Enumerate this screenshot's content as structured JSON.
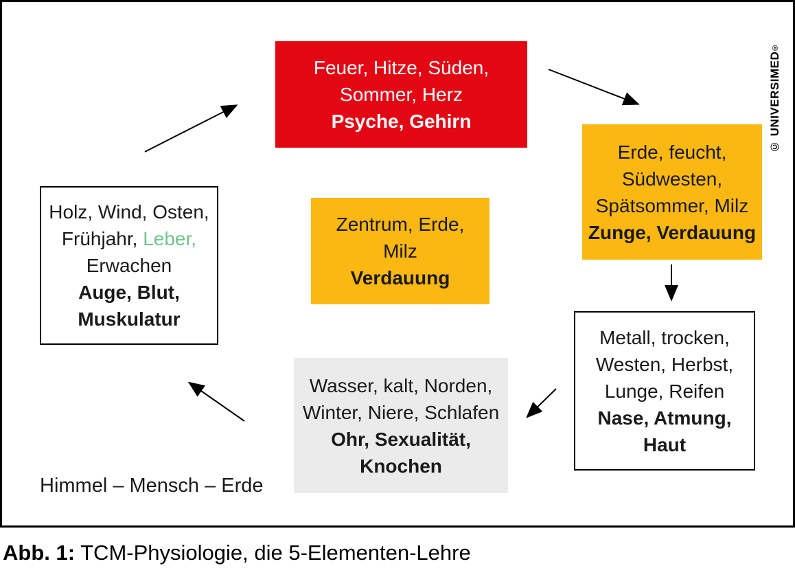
{
  "colors": {
    "red": "#E30613",
    "orange": "#FBB813",
    "gray": "#EBEBEB",
    "green": "#74C28F",
    "ink": "#1A1A1A"
  },
  "watermark": {
    "copyright": "© UNIVERSIMED",
    "registered": "®"
  },
  "boxes": {
    "fire": {
      "lines": [
        "Feuer, Hitze, Süden,",
        "Sommer, Herz"
      ],
      "bold": [
        "Psyche, Gehirn"
      ]
    },
    "earth": {
      "lines": [
        "Erde, feucht,",
        "Südwesten,",
        "Spätsommer, Milz"
      ],
      "bold": [
        "Zunge, Verdauung"
      ]
    },
    "wood": {
      "line1": "Holz, Wind, Osten,",
      "line2_black": "Frühjahr,",
      "line2_green": "Leber,",
      "line3": "Erwachen",
      "bold": [
        "Auge, Blut,",
        "Muskulatur"
      ]
    },
    "center": {
      "lines": [
        "Zentrum, Erde,",
        "Milz"
      ],
      "bold": [
        "Verdauung"
      ]
    },
    "metal": {
      "lines": [
        "Metall, trocken,",
        "Westen, Herbst,",
        "Lunge, Reifen"
      ],
      "bold": [
        "Nase, Atmung,",
        "Haut"
      ]
    },
    "water": {
      "lines": [
        "Wasser, kalt, Norden,",
        "Winter, Niere, Schlafen"
      ],
      "bold": [
        "Ohr, Sexualität,",
        "Knochen"
      ]
    }
  },
  "footer_note": "Himmel – Mensch – Erde",
  "caption": {
    "label": "Abb. 1:",
    "text": "TCM-Physiologie, die 5-Elementen-Lehre"
  }
}
